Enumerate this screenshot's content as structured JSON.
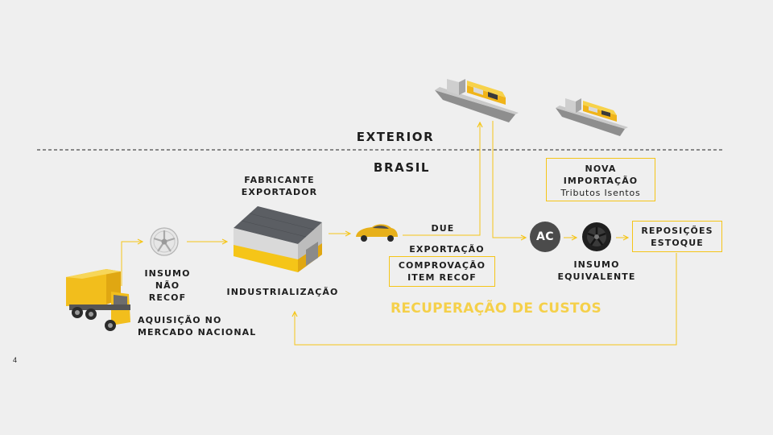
{
  "regions": {
    "exterior": "EXTERIOR",
    "brasil": "BRASIL"
  },
  "nodes": {
    "acquisition": [
      "AQUISIÇÃO NO",
      "MERCADO NACIONAL"
    ],
    "insumo_nao_recof": [
      "INSUMO",
      "NÃO",
      "RECOF"
    ],
    "fabricante": [
      "FABRICANTE",
      "EXPORTADOR"
    ],
    "industrializacao": "INDUSTRIALIZAÇÃO",
    "due": "DUE",
    "exportacao": "EXPORTAÇÃO",
    "comprovacao": [
      "COMPROVAÇÃO",
      "ITEM RECOF"
    ],
    "nova_importacao": [
      "NOVA",
      "IMPORTAÇÃO",
      "Tributos Isentos"
    ],
    "ac_badge": "AC",
    "insumo_equivalente": [
      "INSUMO",
      "EQUIVALENTE"
    ],
    "reposicoes": [
      "REPOSIÇÕES",
      "ESTOQUE"
    ]
  },
  "recuperacao": "RECUPERAÇÃO DE CUSTOS",
  "page_number": "4",
  "colors": {
    "accent": "#f5c518",
    "text": "#1e1e1e",
    "background": "#efefef",
    "title_yellow": "#f5d04a"
  }
}
